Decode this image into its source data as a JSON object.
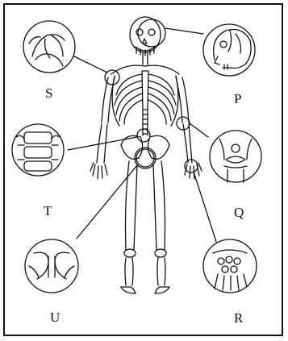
{
  "labels": {
    "s": "S",
    "p": "P",
    "t": "T",
    "q": "Q",
    "u": "U",
    "r": "R"
  },
  "colors": {
    "ink": "#111111",
    "callout_fill": "#ffffff"
  }
}
